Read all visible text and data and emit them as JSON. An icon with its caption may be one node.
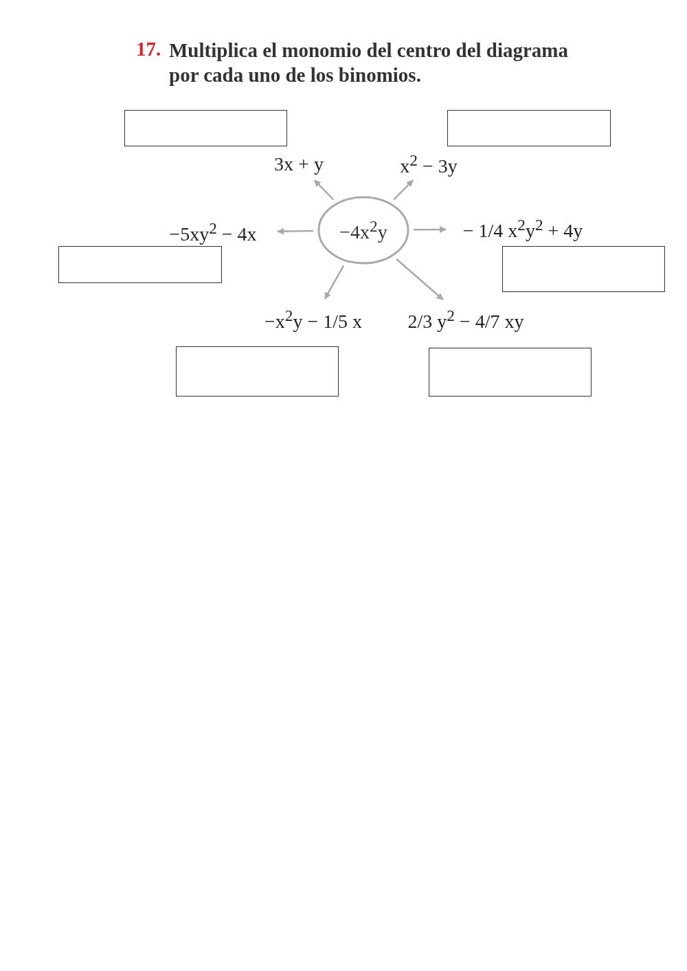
{
  "diagram": {
    "title": "Multiplica el monomio del centro del diagrama por cada uno de los binomios.",
    "labels": [
      "17."
    ],
    "nodes": [
      {
        "text": [],
        "shape": "box"
      },
      {
        "text": [],
        "shape": "box"
      },
      {
        "text": [
          "3x + y"
        ]
      },
      {
        "text": [
          "x$^{2}$ − 3y"
        ]
      },
      {
        "text": [
          "−5xy$^{2}$ − 4x"
        ]
      },
      {
        "text": [
          "−4x$^{2}$y"
        ]
      },
      {
        "text": [
          "− 1/4 x$^{2}$y$^{2}$ + 4y"
        ]
      },
      {
        "text": [],
        "shape": "box"
      },
      {
        "text": [],
        "shape": "box"
      },
      {
        "text": [
          "−x$^{2}$y − 1/5 x"
        ]
      },
      {
        "text": [
          "2/3 y$^{2}$ − 4/7 xy"
        ]
      },
      {
        "text": [],
        "shape": "box"
      },
      {
        "text": [],
        "shape": "box"
      }
    ],
    "edges": [
      {
        "from": 5,
        "to": 2,
        "arrow": "to"
      },
      {
        "from": 5,
        "to": 3,
        "arrow": "to"
      },
      {
        "from": 5,
        "to": 4,
        "arrow": "to"
      },
      {
        "from": 5,
        "to": 6,
        "arrow": "to"
      },
      {
        "from": 5,
        "to": 9,
        "arrow": "to"
      },
      {
        "from": 5,
        "to": 10,
        "arrow": "to"
      }
    ]
  }
}
